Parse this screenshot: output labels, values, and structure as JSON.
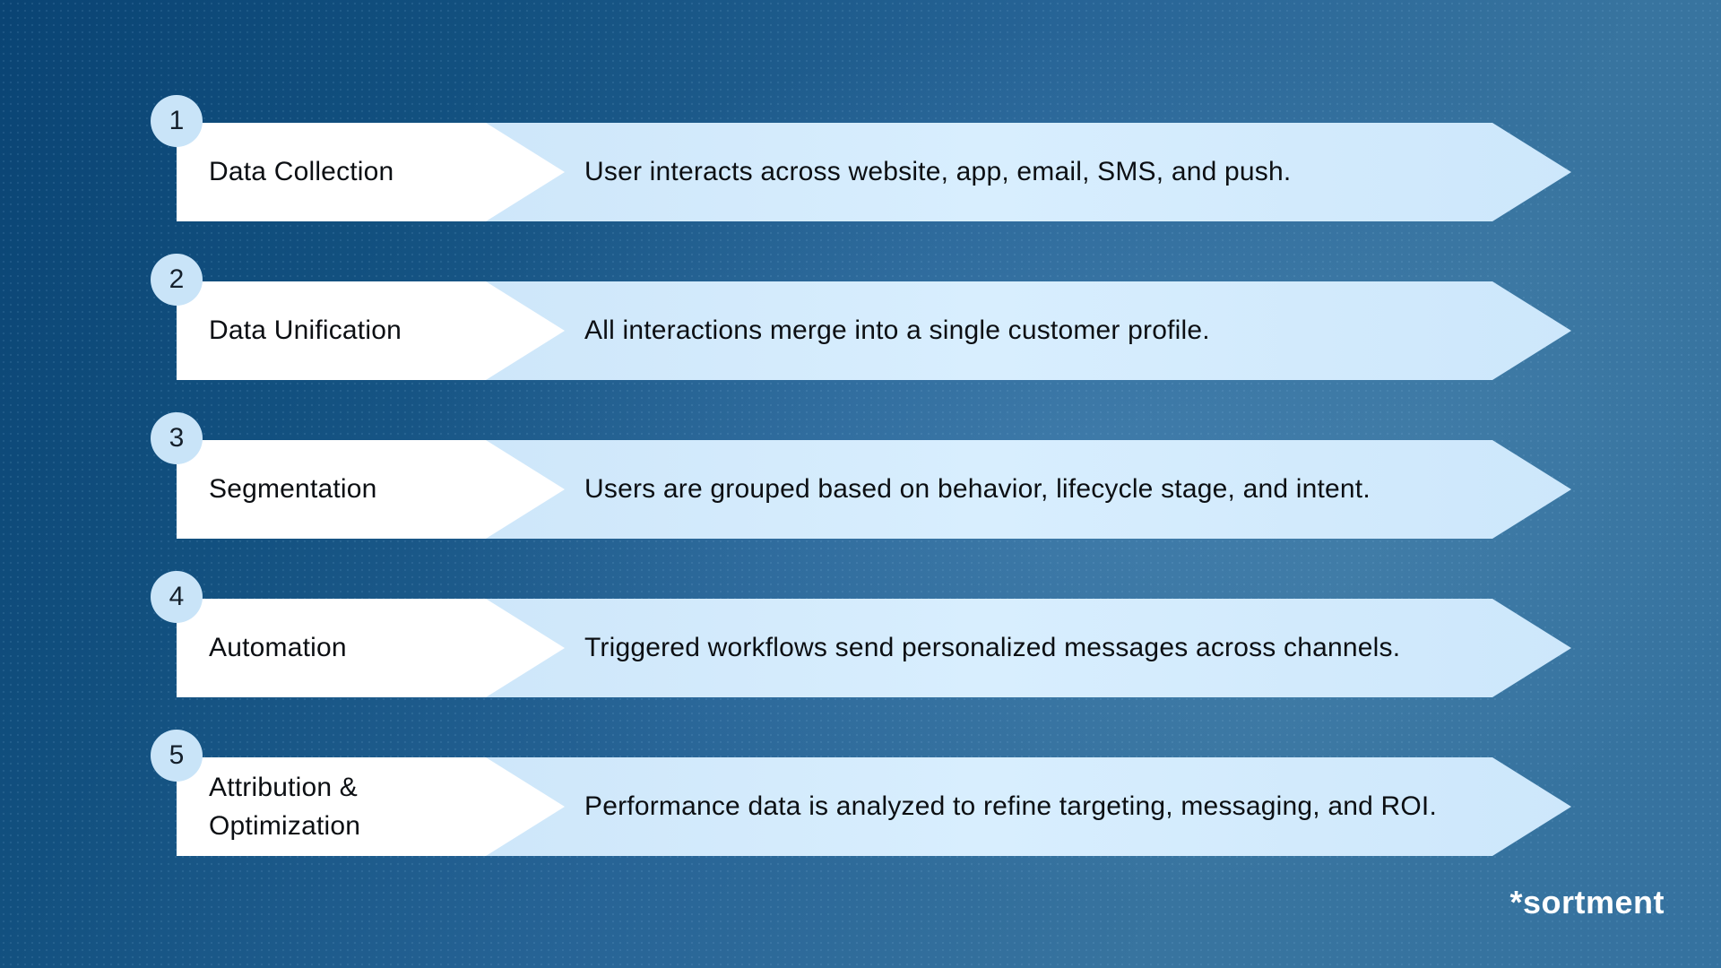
{
  "steps": [
    {
      "number": "1",
      "title": "Data Collection",
      "description": "User interacts across website, app, email, SMS, and push."
    },
    {
      "number": "2",
      "title": "Data Unification",
      "description": "All interactions merge into a single customer profile."
    },
    {
      "number": "3",
      "title": "Segmentation",
      "description": "Users are grouped based on behavior, lifecycle stage, and intent."
    },
    {
      "number": "4",
      "title": "Automation",
      "description": "Triggered workflows send personalized messages across channels."
    },
    {
      "number": "5",
      "title": "Attribution & Optimization",
      "description": "Performance data is analyzed to refine targeting, messaging, and ROI."
    }
  ],
  "footer": {
    "logo_text": "*sortment"
  },
  "colors": {
    "background_dark": "#0a4474",
    "background_light": "#3d7aa9",
    "banner_blue": "#cfe8fc",
    "badge_blue": "#c9e4f8",
    "arrow_white": "#ffffff",
    "text_dark": "#0c0f13",
    "logo_white": "#ffffff"
  }
}
